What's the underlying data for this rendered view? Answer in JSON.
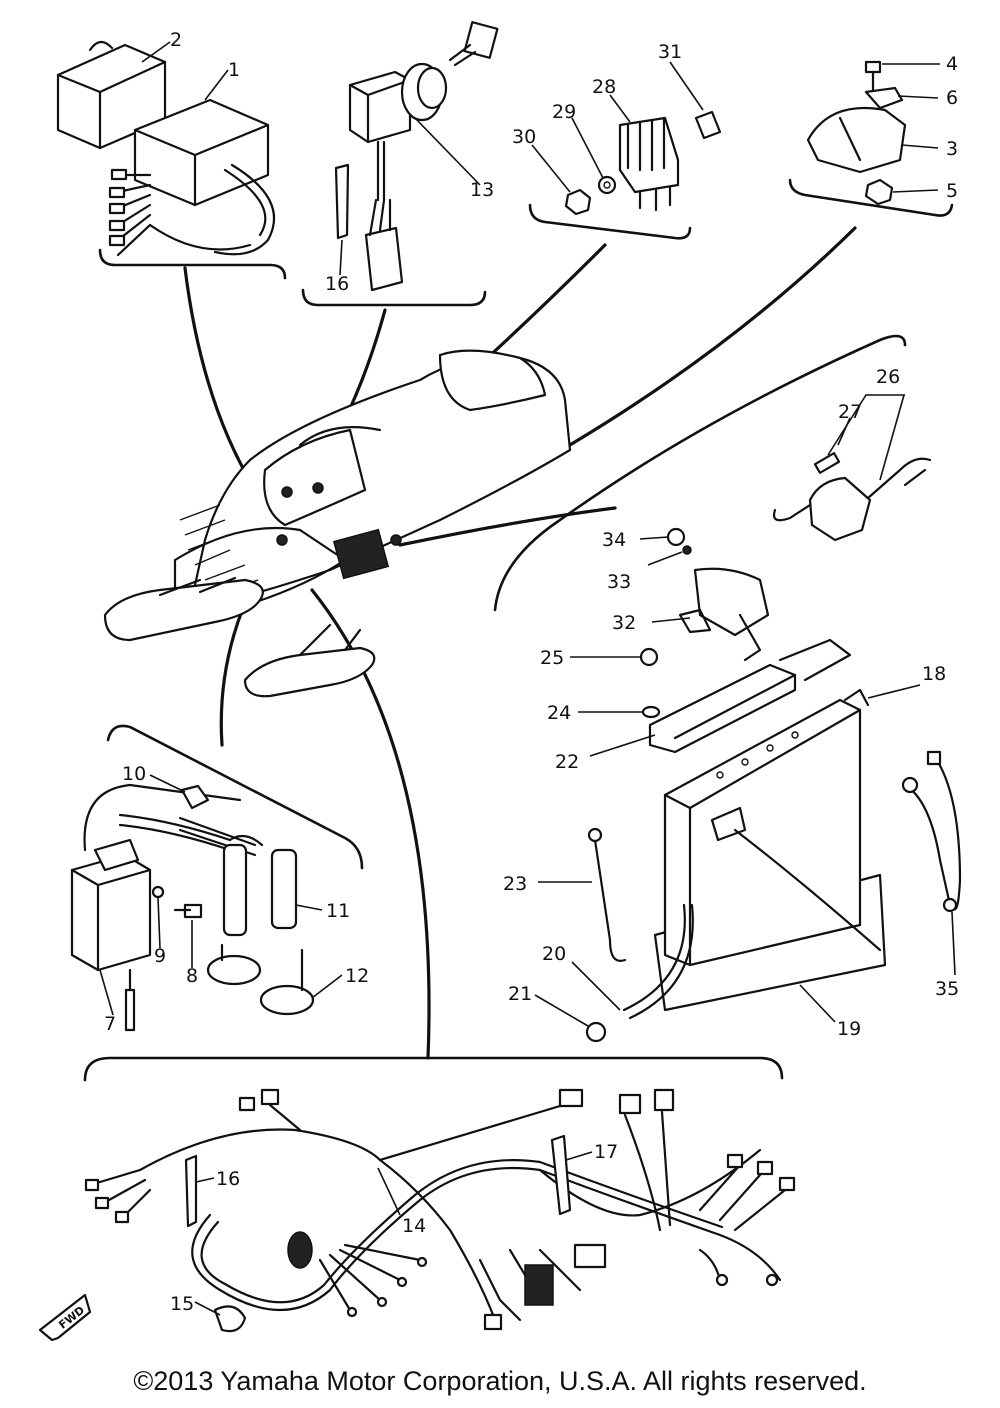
{
  "part_labels": [
    "1",
    "2",
    "3",
    "4",
    "5",
    "6",
    "7",
    "8",
    "9",
    "10",
    "11",
    "12",
    "13",
    "14",
    "15",
    "16",
    "16",
    "17",
    "18",
    "19",
    "20",
    "21",
    "22",
    "23",
    "24",
    "25",
    "26",
    "27",
    "28",
    "29",
    "30",
    "31",
    "32",
    "33",
    "34",
    "35"
  ],
  "fwd_arrow_text": "FWD",
  "copyright": "©2013 Yamaha Motor Corporation, U.S.A. All rights reserved."
}
